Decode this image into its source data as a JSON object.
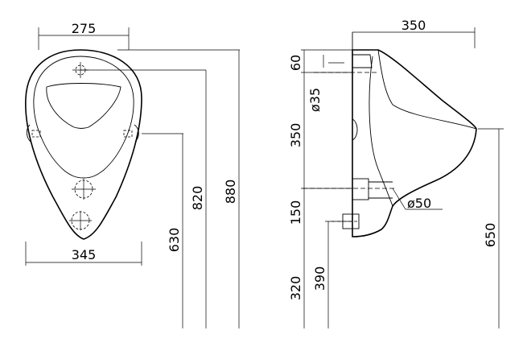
{
  "front_view": {
    "width_top": "275",
    "width_bottom": "345",
    "height_inlet": "880",
    "height_side": "820",
    "height_side_inlet": "630"
  },
  "side_view": {
    "depth": "350",
    "top_offset": "60",
    "inlet_diameter": "ø35",
    "inlet_to_outlet": "350",
    "outlet_diameter": "ø50",
    "outlet_span": "150",
    "floor_to_outlet": "320",
    "floor_to_waste": "390",
    "rim_height": "650"
  }
}
